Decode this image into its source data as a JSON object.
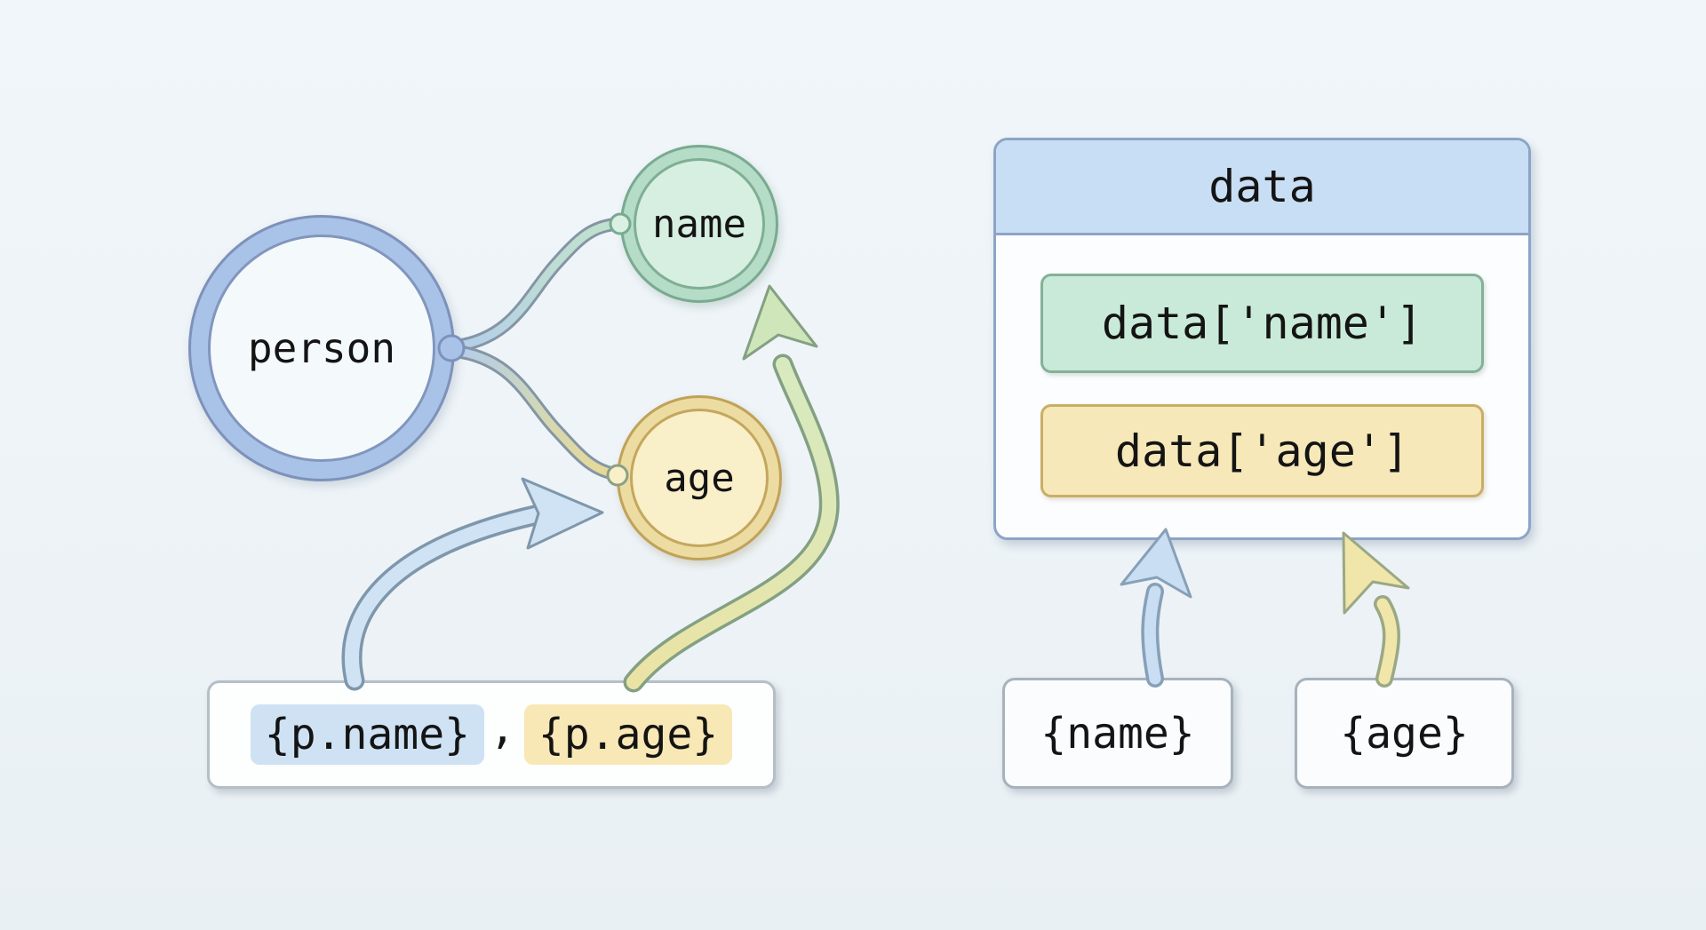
{
  "diagram": {
    "graph": {
      "person_label": "person",
      "name_label": "name",
      "age_label": "age"
    },
    "template_left": {
      "name_expr": "{p.name}",
      "separator": ",",
      "age_expr": "{p.age}"
    },
    "table": {
      "title": "data",
      "rows": [
        {
          "code": "data['name']",
          "color": "#c9ead8"
        },
        {
          "code": "data['age']",
          "color": "#f6e8b8"
        }
      ]
    },
    "template_right": {
      "name_expr": "{name}",
      "age_expr": "{age}"
    },
    "palette": {
      "background": "#edf3f7",
      "person_ring": "#a9c3e8",
      "name_fill": "#d6efe0",
      "name_border": "#79aa90",
      "age_fill": "#f9efc8",
      "age_border": "#c0a259",
      "header_blue": "#c8def4",
      "chip_blue": "#cfe2f4",
      "chip_yellow": "#f8e8b6",
      "arrow_blue": "#cfe3f4",
      "arrow_green": "#d7eabf",
      "arrow_yellow": "#f1e6a9"
    }
  }
}
